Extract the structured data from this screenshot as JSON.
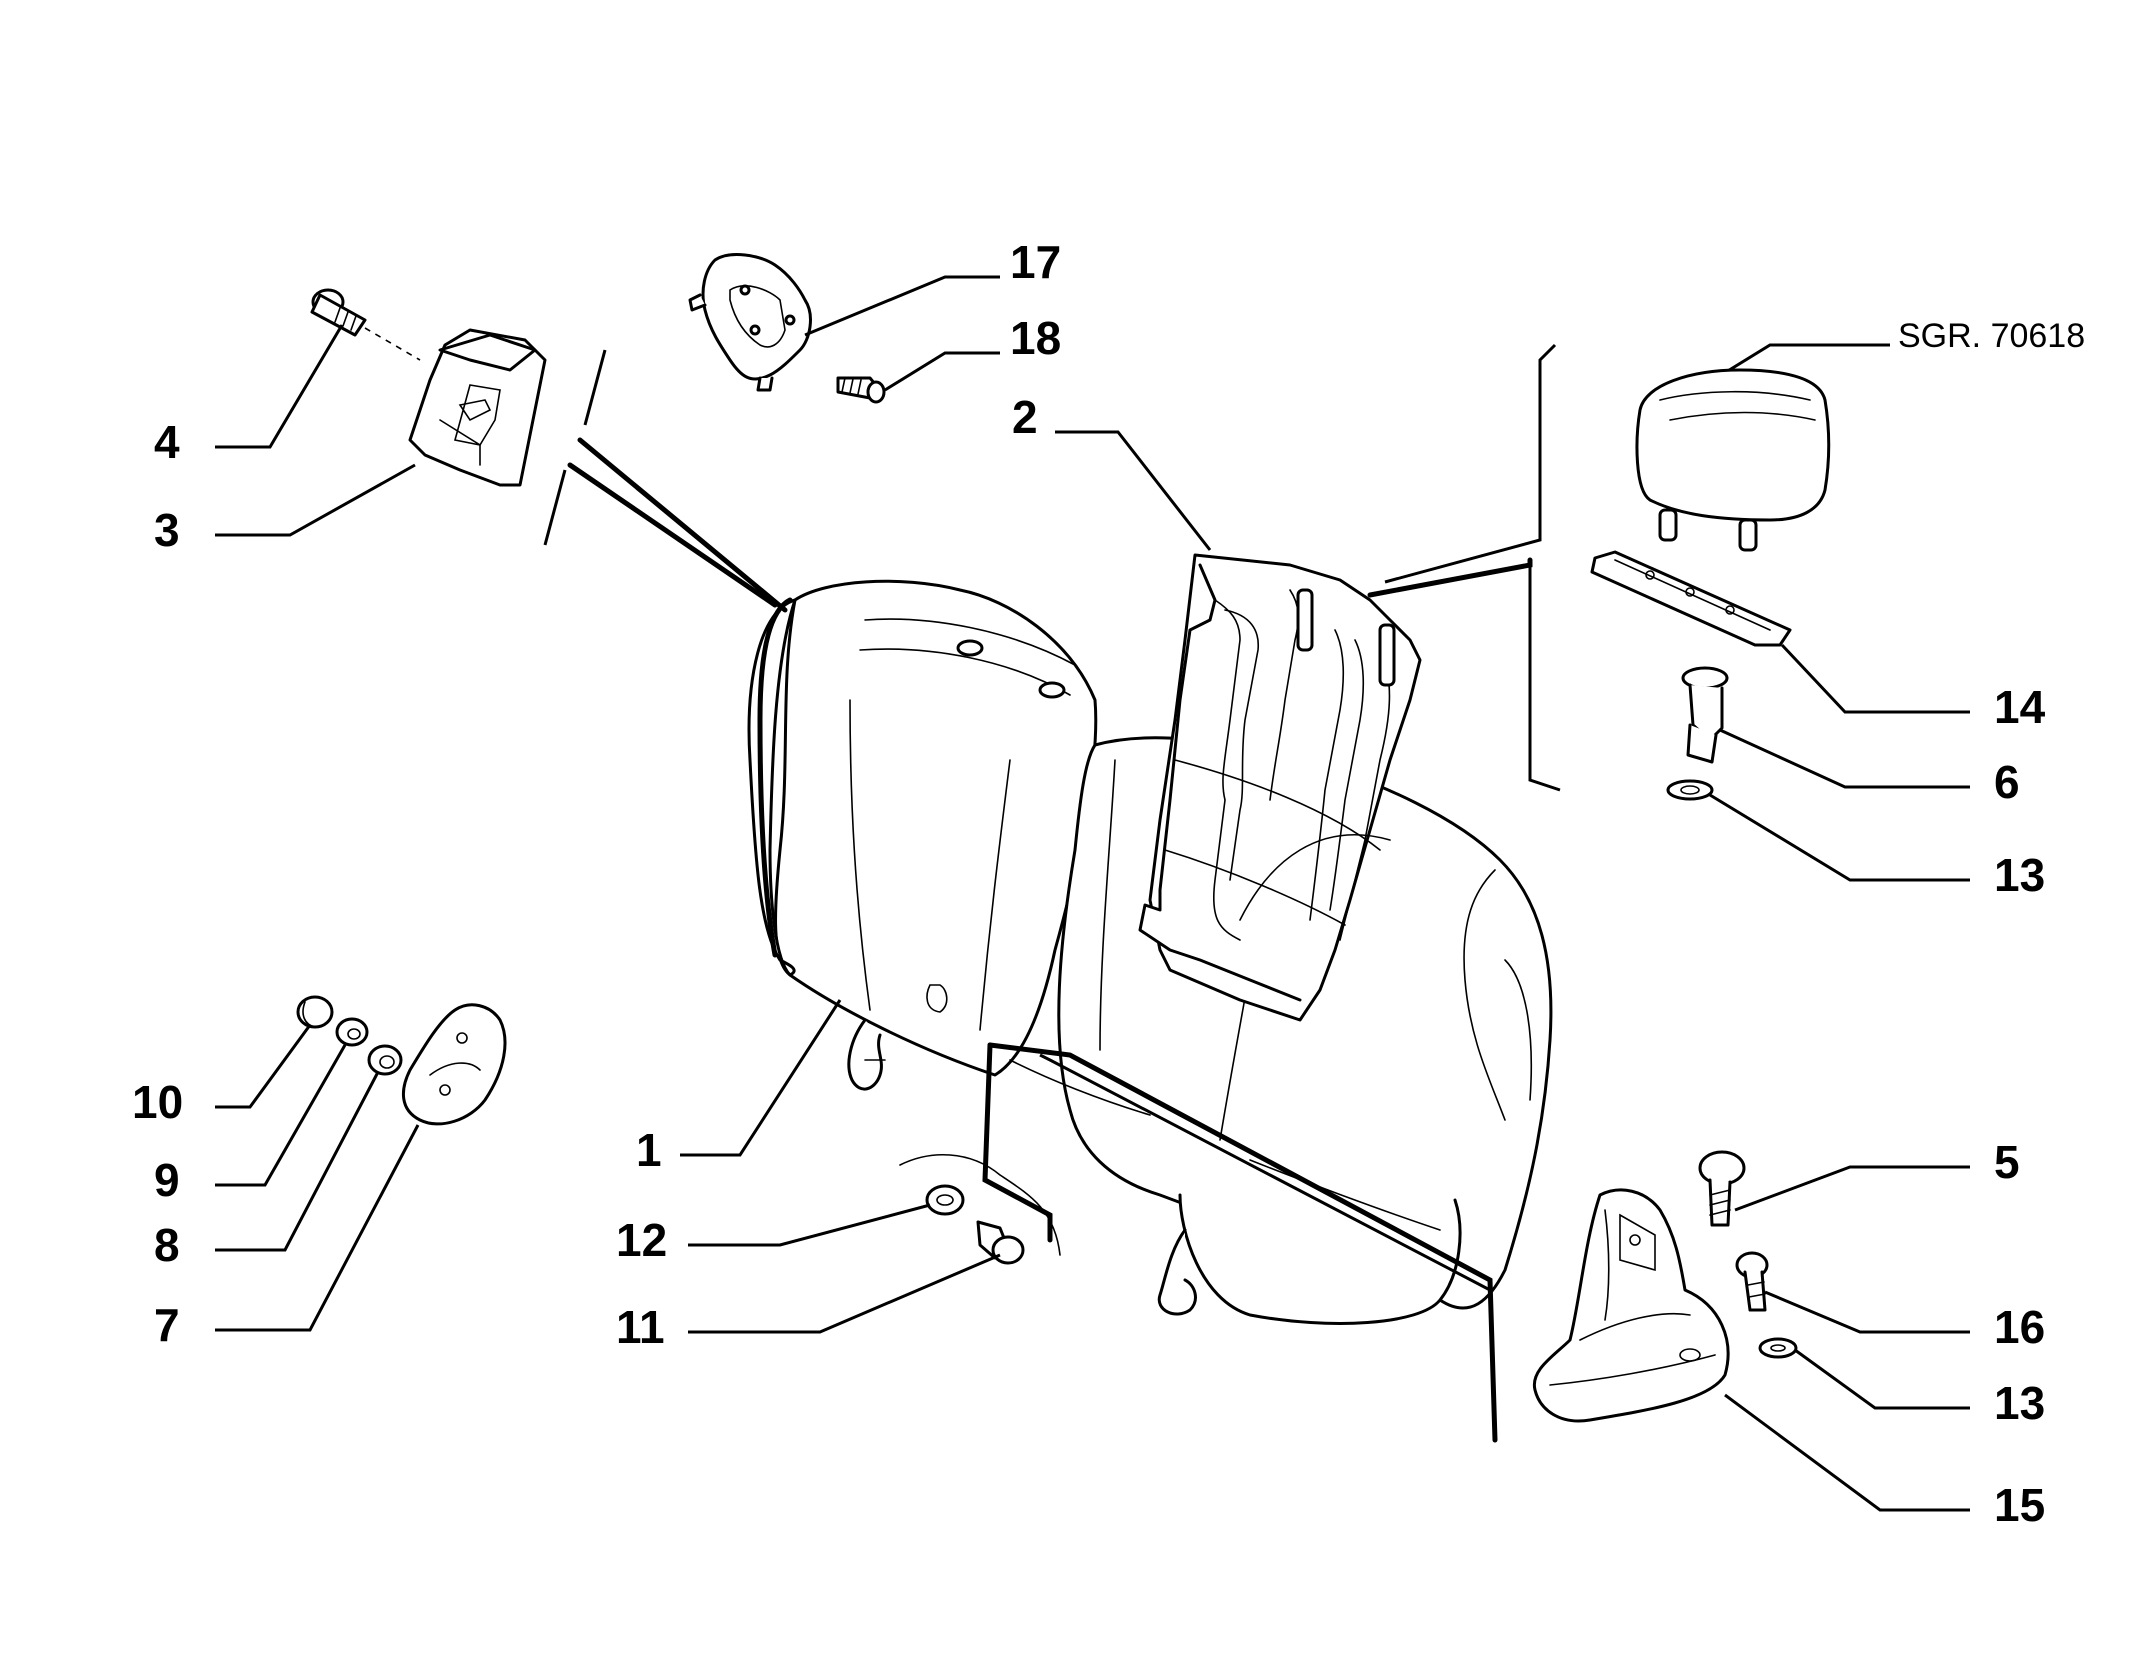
{
  "reference_code": "SGR. 70618",
  "callouts": {
    "c1": "1",
    "c2": "2",
    "c3": "3",
    "c4": "4",
    "c5": "5",
    "c6": "6",
    "c7": "7",
    "c8": "8",
    "c9": "9",
    "c10": "10",
    "c11": "11",
    "c12": "12",
    "c13a": "13",
    "c13b": "13",
    "c14": "14",
    "c15": "15",
    "c16": "16",
    "c17": "17",
    "c18": "18"
  }
}
